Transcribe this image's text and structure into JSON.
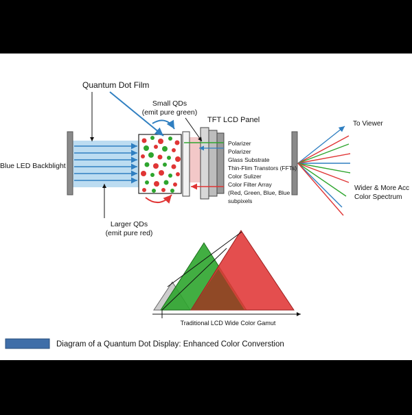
{
  "labels": {
    "quantum_dot_film": "Quantum Dot Film",
    "small_qds_line1": "Small QDs",
    "small_qds_line2": "(emit pure green)",
    "tft_panel": "TFT LCD Panel",
    "blue_led": "Blue LED Backblight",
    "larger_qds_line1": "Larger QDs",
    "larger_qds_line2": "(emit pure red)",
    "to_viewer": "To Viewer",
    "wider_line1": "Wider & More Acc",
    "wider_line2": "Color Spectrum",
    "gamut_axis": "Traditional LCD Wide Color Gamut"
  },
  "layers": [
    "Polarizer",
    "Polarizer",
    "Glass Substrate",
    "Thin-Flim Transtors (FFTs)",
    "Color Sulizer",
    "Color Filter Array",
    "(Red, Green, Blue, Blue",
    "subpixels"
  ],
  "legend": {
    "text": "Diagram of a Quantum Dot Display: Enhanced Color Converstion",
    "color": "#3f6ea8"
  },
  "colors": {
    "blue": "#2f7fc1",
    "green": "#2ea52e",
    "red": "#e03535",
    "backlight": "#bcdcf1",
    "pink": "#f3c8c8"
  }
}
